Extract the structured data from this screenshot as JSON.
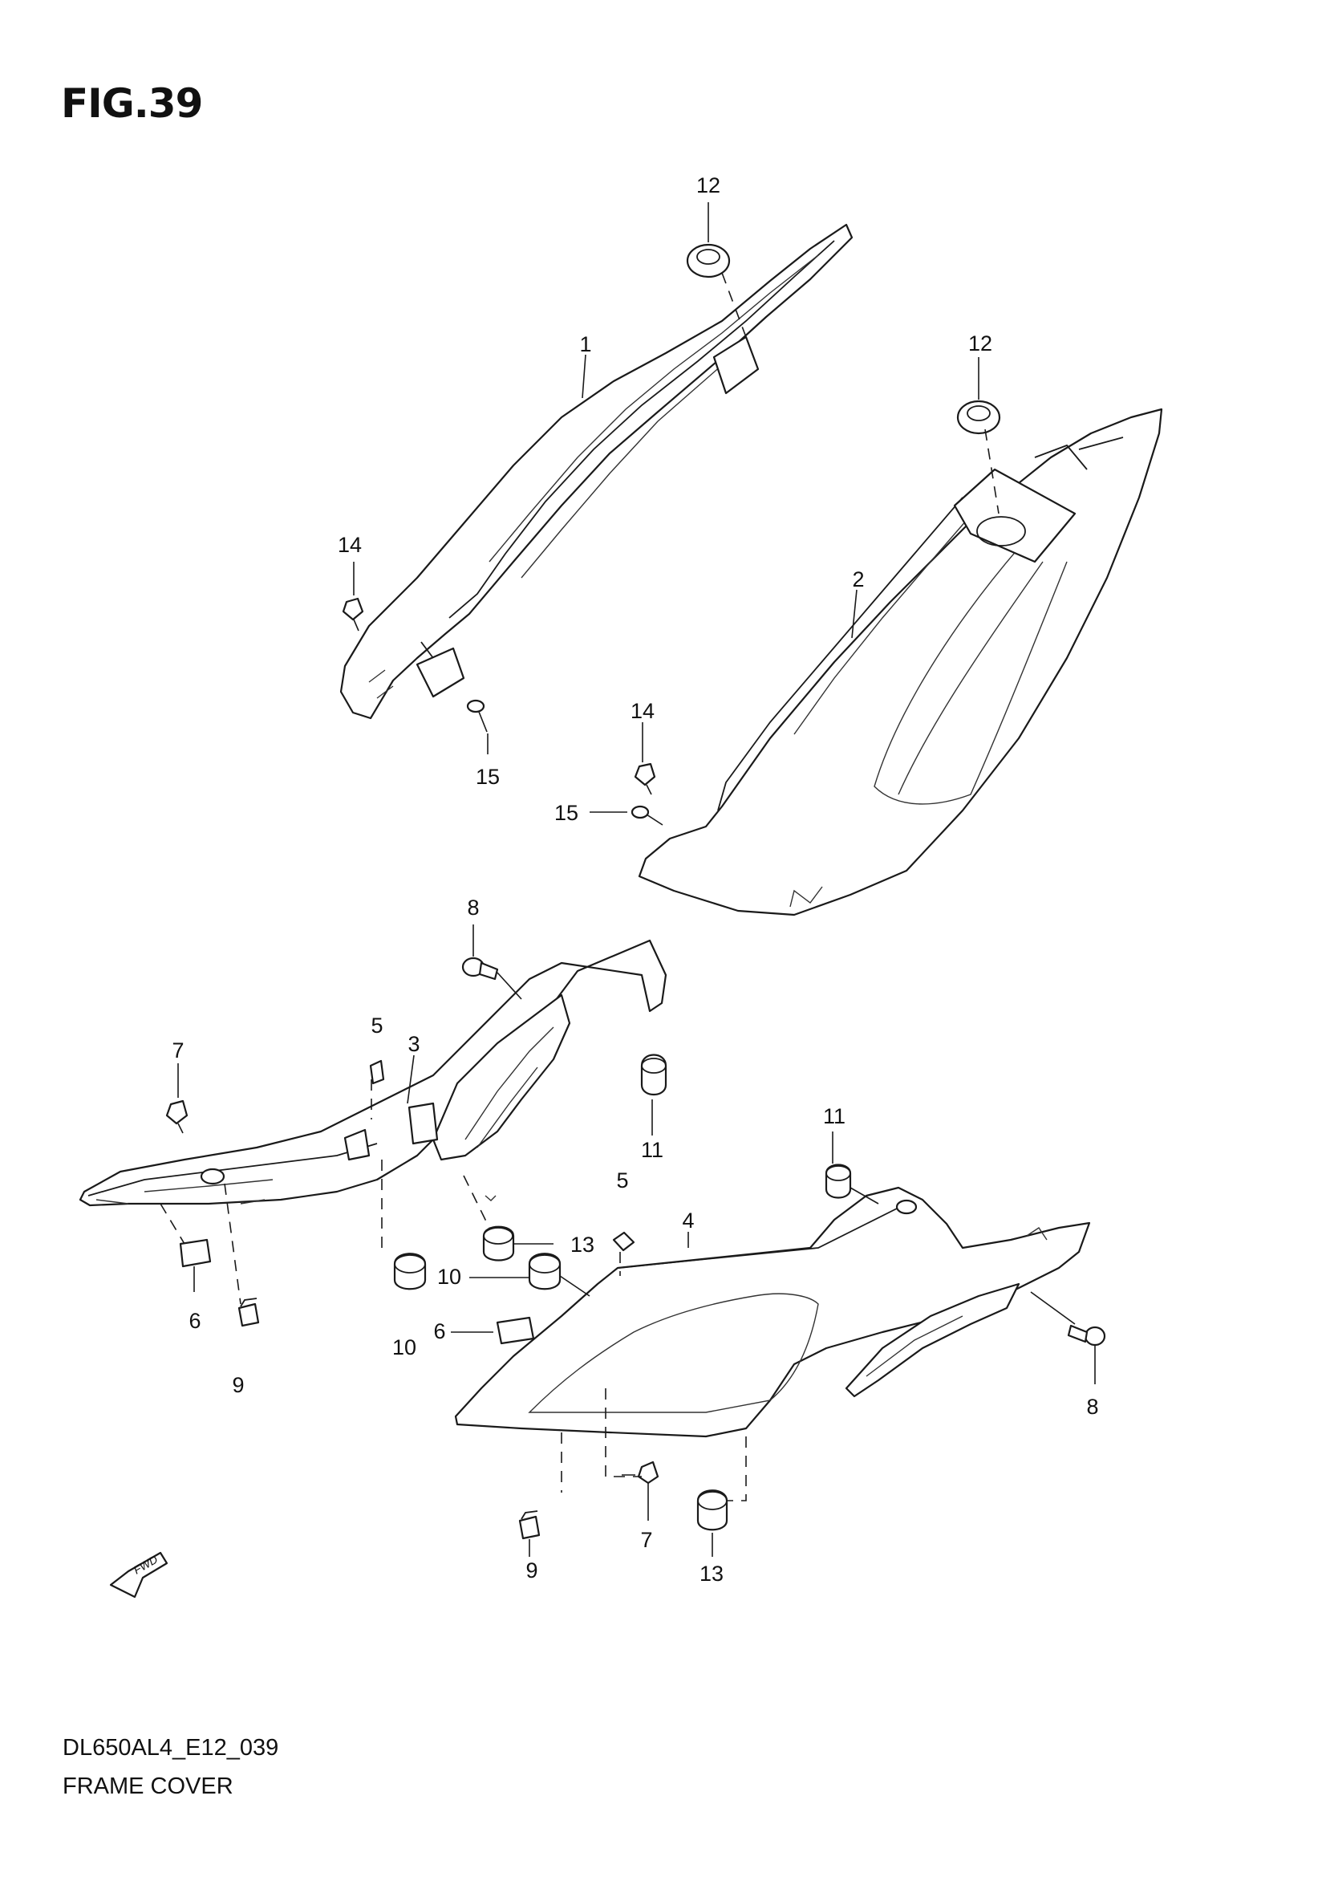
{
  "figure": {
    "title": "FIG.39",
    "code": "DL650AL4_E12_039",
    "name": "FRAME COVER",
    "fwd_label": "FWD"
  },
  "callouts": [
    "12",
    "1",
    "14",
    "15",
    "12",
    "2",
    "14",
    "15",
    "8",
    "5",
    "3",
    "7",
    "11",
    "11",
    "5",
    "4",
    "13",
    "10",
    "10",
    "6",
    "6",
    "9",
    "8",
    "7",
    "9",
    "13"
  ]
}
